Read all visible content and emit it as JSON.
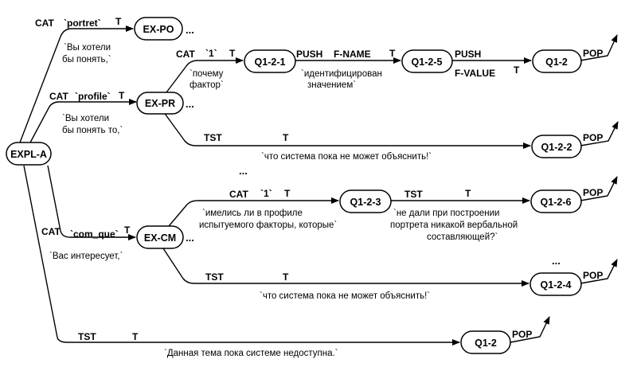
{
  "nodes": {
    "expl_a": "EXPL-A",
    "ex_po": "EX-PO",
    "ex_pr": "EX-PR",
    "ex_cm": "EX-CM",
    "q1_2_1": "Q1-2-1",
    "q1_2_5": "Q1-2-5",
    "q1_2_top": "Q1-2",
    "q1_2_2": "Q1-2-2",
    "q1_2_3": "Q1-2-3",
    "q1_2_6": "Q1-2-6",
    "q1_2_4": "Q1-2-4",
    "q1_2_bottom": "Q1-2"
  },
  "arcs": {
    "cat": "CAT",
    "push": "PUSH",
    "tst": "TST",
    "t": "T",
    "pop": "POP",
    "portret": "`portret`",
    "profile": "`profile`",
    "one": "`1`",
    "com_que": "`com_que`",
    "f_name": "F-NAME",
    "f_value": "F-VALUE"
  },
  "texts": {
    "ex_po_1": "`Вы хотели",
    "ex_po_2": "бы понять,`",
    "ex_pr_1": "`Вы хотели",
    "ex_pr_2": "бы понять то,`",
    "factor_1": "`почему",
    "factor_2": "фактор`",
    "ident_1": "`идентифицирован",
    "ident_2": "значением`",
    "system_1": "`что система пока не может объяснить!`",
    "profile_1": "`имелись ли в профиле",
    "profile_2": "испытуемого факторы, которые`",
    "portret_1": "`не дали при построении",
    "portret_2": "портрета никакой вербальной",
    "portret_3": "составляющей?`",
    "interest": "`Вас интересует,`",
    "system_2": "`что система пока не может объяснить!`",
    "theme": "`Данная тема пока системе недоступна.`"
  },
  "ellipsis": "..."
}
